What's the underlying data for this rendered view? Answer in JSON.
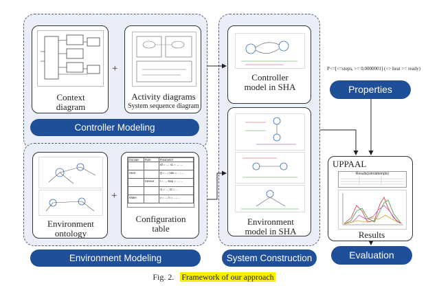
{
  "plus_sign": "+",
  "controller": {
    "context_label": "Context diagram",
    "activity_title": "Activity diagrams",
    "activity_sub": "System sequence diagram",
    "banner": "Controller Modeling"
  },
  "environment": {
    "ontology_label": "Environment ontology",
    "config_label": "Configuration table",
    "banner": "Environment Modeling",
    "config_table": {
      "headers": [
        "Domain",
        "Role",
        "Parameter"
      ],
      "rows": [
        [
          "",
          "",
          "x0 = ...; x1 = ...; ..."
        ],
        [
          "Heat",
          "",
          "Q = ...; rate = ...; ..."
        ],
        [
          "",
          "Sensor",
          "t = ...; step = ...; ..."
        ],
        [
          "",
          "",
          "r1 = ...; r2 = ..."
        ],
        [
          "Water",
          "",
          "v = ...; h = ...; ..."
        ]
      ]
    }
  },
  "system": {
    "controller_model_label": "Controller model in SHA",
    "environment_model_label": "Environment model in SHA",
    "banner": "System Construction"
  },
  "evaluation": {
    "formula": "P<=[<=steps, >= 0.0000001] (<> heat >= ready)",
    "properties_label": "Properties",
    "uppaal_label": "UPPAAL",
    "results_label": "Results",
    "banner": "Evaluation",
    "chart_title": "Results(sim/attempts)"
  },
  "caption": {
    "prefix": "Fig. 2.",
    "title": "Framework of our approach"
  },
  "colors": {
    "banner": "#1f4f98",
    "group_fill": "#e9eef8",
    "highlight": "#f8ef00"
  }
}
